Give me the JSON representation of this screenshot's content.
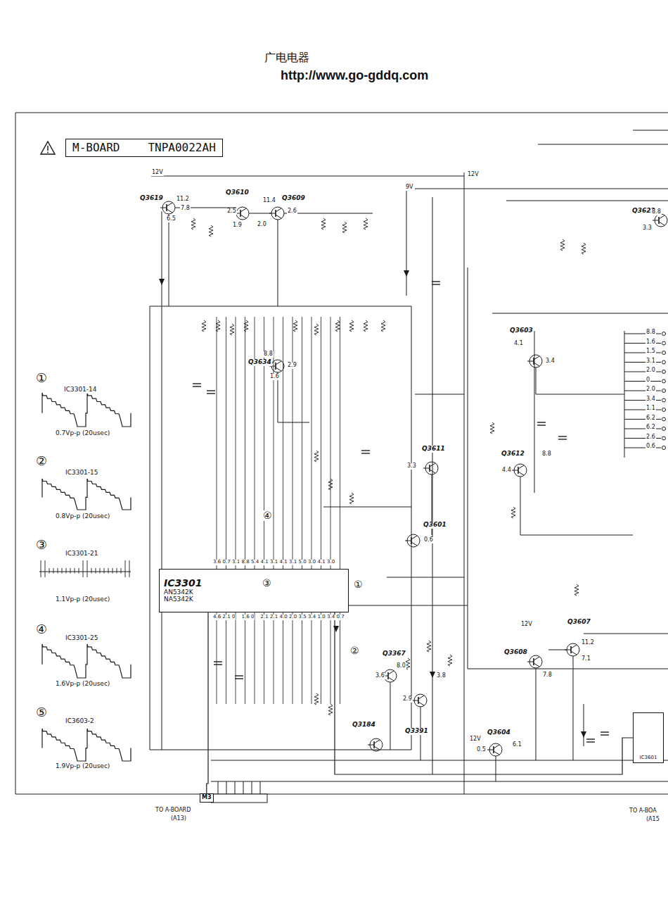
{
  "diagram": {
    "nodes": [
      {
        "text": [
          "M-BOARD",
          "TNPA0022AH"
        ]
      },
      {
        "text": [
          "IC3301",
          "AN5342K",
          "NA5342K"
        ]
      },
      {
        "text": [
          "IC3601"
        ]
      },
      {
        "text": [
          "M3"
        ]
      }
    ],
    "edges": [
      {
        "from": 1,
        "to": 3,
        "arrow": "none"
      },
      {
        "from": 1,
        "to": 2,
        "arrow": "none"
      }
    ],
    "labels": [
      "广电电器",
      "http://www.go-gddq.com",
      "①",
      "IC3301-14",
      "0.7Vp-p (20usec)",
      "②",
      "IC3301-15",
      "0.8Vp-p (20usec)",
      "③",
      "IC3301-21",
      "1.1Vp-p (20usec)",
      "④",
      "IC3301-25",
      "1.6Vp-p (20usec)",
      "⑤",
      "IC3603-2",
      "1.9Vp-p (20usec)",
      "Q3619",
      "Q3610",
      "Q3609",
      "Q3623",
      "Q3634",
      "Q3603",
      "Q3611",
      "Q3612",
      "Q3601",
      "Q3367",
      "Q3184",
      "Q3391",
      "Q3604",
      "Q3608",
      "Q3607",
      "12V",
      "12V",
      "9V",
      "12V",
      "12V",
      "TO A-BOARD",
      "(A13)",
      "TO A-BOA",
      "(A15",
      "11.2",
      "7.8",
      "6.5",
      "11.4",
      "2.5",
      "2.6",
      "1.9",
      "2.0",
      "8.8",
      "2.9",
      "1.6",
      "4.1",
      "3.4",
      "3.3",
      "4.4",
      "8.8",
      "0.6",
      "3.6",
      "8.0",
      "2.9",
      "3.8",
      "6.1",
      "0.5",
      "7.8",
      "7.1",
      "11.2",
      "8.8",
      "3.3",
      "8.8",
      "1.6",
      "1.5",
      "3.1",
      "2.0",
      "0",
      "2.0",
      "3.4",
      "1.1",
      "6.2",
      "6.2",
      "2.6",
      "0.6",
      "3.6",
      "0.7",
      "3.1",
      "8.8",
      "5.4",
      "4.1",
      "3.1",
      "4.1",
      "3.1",
      "5.0",
      "3.0",
      "4.1",
      "3.0",
      "4.6",
      "2.1",
      "0",
      "1.6",
      "0",
      "2.1",
      "2.1",
      "4.0",
      "2.0",
      "3.5",
      "3.4",
      "1.0",
      "3.4",
      "0.7",
      "④",
      "③",
      "①",
      "②"
    ]
  }
}
